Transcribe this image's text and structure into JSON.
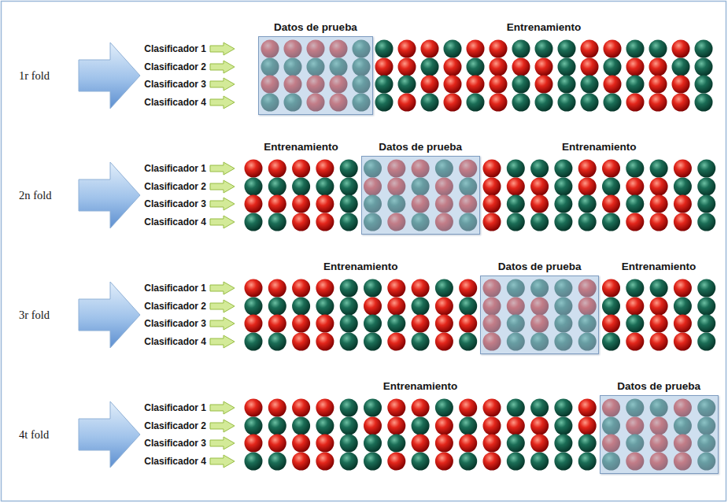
{
  "diagram": {
    "nodes": [
      {
        "text": [
          "Datos de prueba"
        ]
      },
      {
        "text": [
          "Datos de prueba"
        ]
      },
      {
        "text": [
          "Datos de prueba"
        ]
      },
      {
        "text": [
          "Datos de prueba"
        ]
      }
    ],
    "labels": [
      "1r fold",
      "Clasificador 1",
      "Clasificador 2",
      "Clasificador 3",
      "Clasificador 4",
      "Entrenamiento",
      "2n fold",
      "Clasificador 1",
      "Clasificador 2",
      "Clasificador 3",
      "Clasificador 4",
      "Entrenamiento",
      "Entrenamiento",
      "3r fold",
      "Clasificador 1",
      "Clasificador 2",
      "Clasificador 3",
      "Clasificador 4",
      "Entrenamiento",
      "Entrenamiento",
      "4t fold",
      "Clasificador 1",
      "Clasificador 2",
      "Clasificador 3",
      "Clasificador 4",
      "Entrenamiento"
    ]
  }
}
